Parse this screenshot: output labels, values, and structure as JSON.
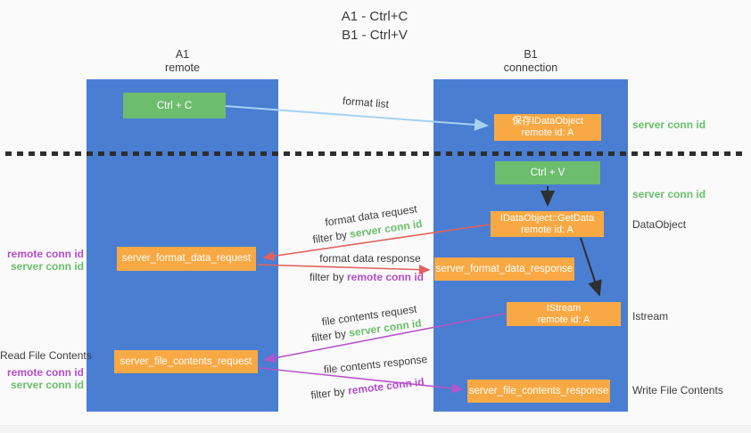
{
  "title": {
    "line1": "A1 - Ctrl+C",
    "line2": "B1 - Ctrl+V"
  },
  "lifelines": {
    "a": {
      "name": "A1",
      "role": "remote"
    },
    "b": {
      "name": "B1",
      "role": "connection"
    }
  },
  "boxes": {
    "ctrl_c": {
      "label": "Ctrl + C"
    },
    "ctrl_v": {
      "label": "Ctrl + V"
    },
    "save_dataobject": {
      "line1": "保存IDataObject",
      "line2": "remote id: A"
    },
    "getdata": {
      "line1": "IDataObject::GetData",
      "line2": "remote id: A"
    },
    "istream": {
      "line1": "IStream",
      "line2": "remote id: A"
    },
    "format_request": {
      "label": "server_format_data_request"
    },
    "format_response": {
      "label": "server_format_data_response"
    },
    "file_request": {
      "label": "server_file_contents_request"
    },
    "file_response": {
      "label": "server_file_contents_response"
    }
  },
  "edge_labels": {
    "format_list": "format list",
    "format_data_request": "format data request",
    "format_data_response": "format data response",
    "file_contents_request": "file contents request",
    "file_contents_response": "file contents response",
    "filter_by": "filter by ",
    "server_conn_id": "server conn id",
    "remote_conn_id": "remote conn id"
  },
  "annotations": {
    "right_server_conn_id_1": "server conn id",
    "right_server_conn_id_2": "server conn id",
    "dataobject": "DataObject",
    "istream": "Istream",
    "write_file_contents": "Write File Contents",
    "left_remote_conn_id_1": "remote conn id",
    "left_server_conn_id_1": "server conn id",
    "read_file_contents": "Read File Contents",
    "left_remote_conn_id_2": "remote conn id",
    "left_server_conn_id_2": "server conn id"
  },
  "colors": {
    "lifeline_blue": "#4a7ed2",
    "action_green": "#6cbd6d",
    "message_orange": "#f8a944",
    "arrow_light_blue": "#a6d2f0",
    "arrow_red": "#e0625e",
    "arrow_purple": "#b556c8",
    "arrow_black": "#2e2e2e",
    "text_green": "#6abf69",
    "text_purple": "#b44ecb"
  }
}
